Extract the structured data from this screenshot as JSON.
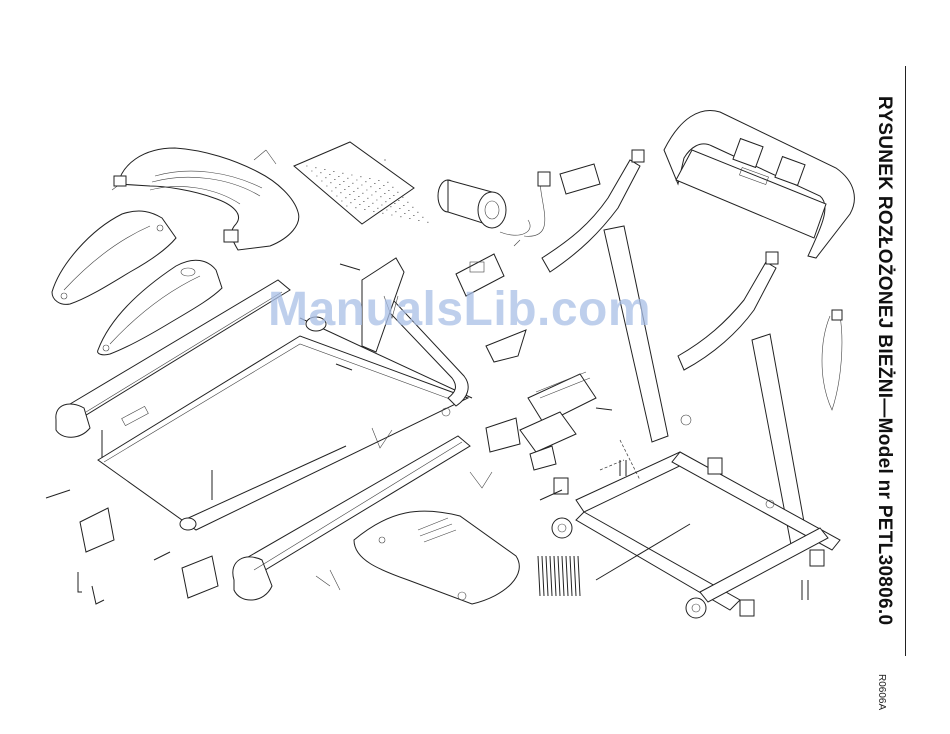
{
  "document": {
    "title": "RYSUNEK ROZŁOŻONEJ BIEŻNI—Model nr PETL30806.0",
    "drawing_code": "R0606A",
    "watermark": "ManualsLib.com"
  }
}
